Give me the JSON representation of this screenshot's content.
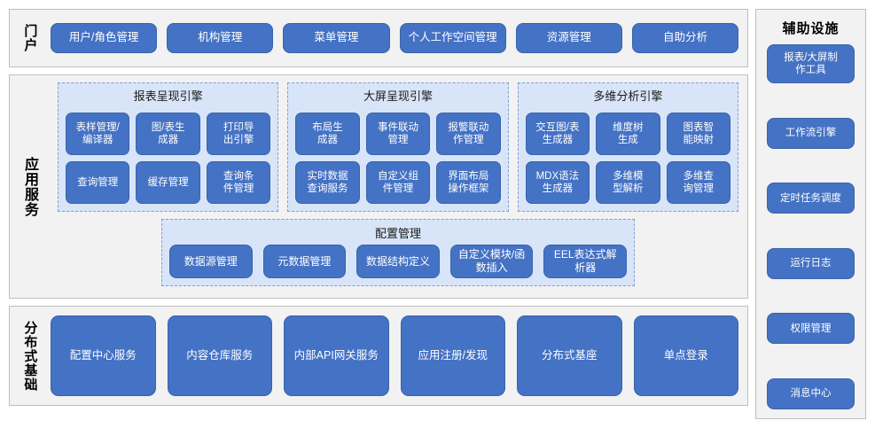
{
  "colors": {
    "button_blue": "#4472c4",
    "panel_light_blue": "#d8e5f8",
    "band_gray": "#f2f2f2",
    "border_gray": "#bfbfbf",
    "dashed_border": "#7f9fd0",
    "text_white": "#ffffff",
    "text_black": "#1a1a1a"
  },
  "portal": {
    "label": "门户",
    "items": [
      {
        "label": "用户/角色管理"
      },
      {
        "label": "机构管理"
      },
      {
        "label": "菜单管理"
      },
      {
        "label": "个人工作空间管理"
      },
      {
        "label": "资源管理"
      },
      {
        "label": "自助分析"
      }
    ]
  },
  "app_services": {
    "label": "应用服务",
    "engines": [
      {
        "title": "报表呈现引擎",
        "items": [
          {
            "label": "表样管理/\n编译器"
          },
          {
            "label": "图/表生\n成器"
          },
          {
            "label": "打印导\n出引擎"
          },
          {
            "label": "查询管理"
          },
          {
            "label": "缓存管理"
          },
          {
            "label": "查询条\n件管理"
          }
        ]
      },
      {
        "title": "大屏呈现引擎",
        "items": [
          {
            "label": "布局生\n成器"
          },
          {
            "label": "事件联动\n管理"
          },
          {
            "label": "报警联动\n作管理"
          },
          {
            "label": "实时数据\n查询服务"
          },
          {
            "label": "自定义组\n件管理"
          },
          {
            "label": "界面布局\n操作框架"
          }
        ]
      },
      {
        "title": "多维分析引擎",
        "items": [
          {
            "label": "交互图/表\n生成器"
          },
          {
            "label": "维度树\n生成"
          },
          {
            "label": "图表智\n能映射"
          },
          {
            "label": "MDX语法\n生成器"
          },
          {
            "label": "多维模\n型解析"
          },
          {
            "label": "多维查\n询管理"
          }
        ]
      }
    ],
    "config": {
      "title": "配置管理",
      "items": [
        {
          "label": "数据源管理"
        },
        {
          "label": "元数据管理"
        },
        {
          "label": "数据结构定义"
        },
        {
          "label": "自定义模块/函数插入"
        },
        {
          "label": "EEL表达式解析器"
        }
      ]
    }
  },
  "distributed_base": {
    "label": "分布式基础",
    "items": [
      {
        "label": "配置中心服务"
      },
      {
        "label": "内容仓库服务"
      },
      {
        "label": "内部API网关服务"
      },
      {
        "label": "应用注册/发现"
      },
      {
        "label": "分布式基座"
      },
      {
        "label": "单点登录"
      }
    ]
  },
  "aux": {
    "title": "辅助设施",
    "items": [
      {
        "label": "报表/大屏制\n作工具",
        "tall": true
      },
      {
        "label": "工作流引擎",
        "tall": false
      },
      {
        "label": "定时任务调度",
        "tall": false
      },
      {
        "label": "运行日志",
        "tall": false
      },
      {
        "label": "权限管理",
        "tall": false
      },
      {
        "label": "消息中心",
        "tall": false
      }
    ]
  }
}
